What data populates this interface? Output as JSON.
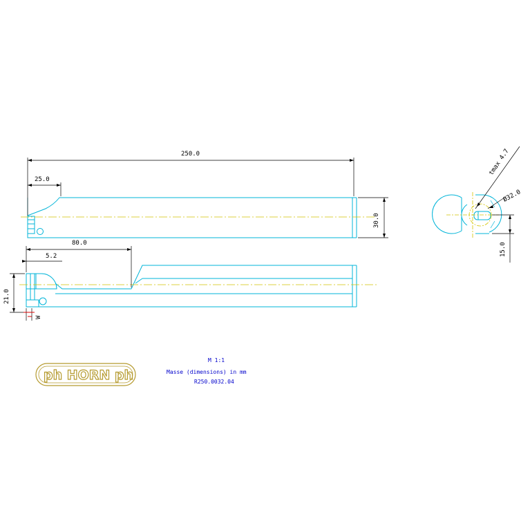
{
  "drawing": {
    "colors": {
      "outline": "#00b4d8",
      "centerline": "#d4c400",
      "dimension": "#000000",
      "dim_red": "#dd0000",
      "logo": "#b59a2e",
      "title": "#0000cc"
    },
    "dimensions": {
      "overall_length": "250.0",
      "head_length": "25.0",
      "shank_height": "30.0",
      "cut_length": "80.0",
      "offset": "5.2",
      "height_21": "21.0",
      "small_mark": "W",
      "tmax": "tmax 4.7",
      "bore_diameter": "Ø32.0",
      "center_height": "15.0"
    },
    "title_block": {
      "scale": "M 1:1",
      "units": "Masse (dimensions) in mm",
      "part_number": "R250.0032.04"
    },
    "logo": {
      "text": "ph HORN ph"
    }
  }
}
